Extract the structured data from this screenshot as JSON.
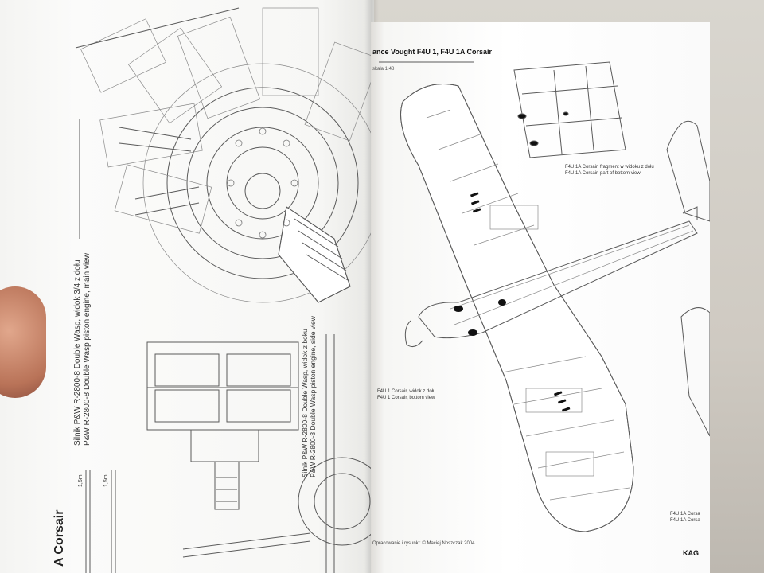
{
  "left_page": {
    "captions": [
      "Silnik P&W R-2800-8 Double Wasp, widok 3/4 z dołu",
      "P&W R-2800-8 Double Wasp piston engine, main view"
    ],
    "captions_side": [
      "Silnik P&W R-2800-8 Double Wasp, widok z boku",
      "P&W R-2800-8 Double Wasp piston engine, side view"
    ],
    "scale_label_1": "1,5m",
    "scale_label_2": "1,5m",
    "title_fragment": "A Corsair"
  },
  "right_page": {
    "title": "ance Vought F4U 1, F4U 1A Corsair",
    "scale_text": "skala 1:48",
    "caption_fragment": [
      "F4U 1A Corsair, fragment w widoku z dołu",
      "F4U 1A Corsair, part of bottom view"
    ],
    "caption_bottom": [
      "F4U 1 Corsair, widok z dołu",
      "F4U 1 Corsair, bottom view"
    ],
    "caption_corner": [
      "F4U 1A Corsa",
      "F4U 1A Corsa"
    ],
    "credit": "Opracowanie i rysunki: © Maciej Noszczak 2004",
    "publisher_fragment": "KAG"
  }
}
